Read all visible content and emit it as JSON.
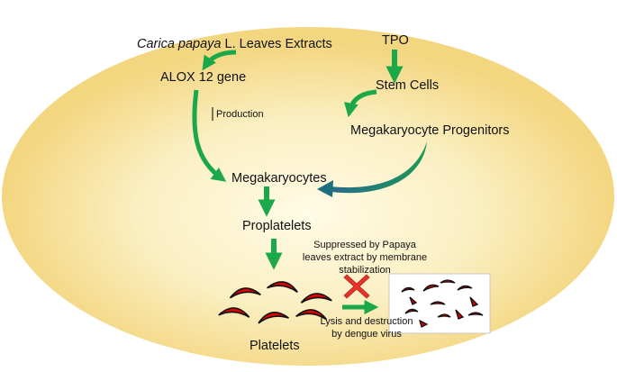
{
  "nodes": {
    "extract_italic": "Carica papaya",
    "extract_rest": "L. Leaves Extracts",
    "alox": "ALOX 12 gene",
    "tpo": "TPO",
    "stem": "Stem Cells",
    "progenitors": "Megakaryocyte Progenitors",
    "megakaryocytes": "Megakaryocytes",
    "proplatelets": "Proplatelets",
    "platelets": "Platelets"
  },
  "notes": {
    "production": "Production",
    "suppressed": "Suppressed by Papaya leaves extract by membrane stabilization",
    "lysis": "Lysis and destruction by dengue virus"
  },
  "colors": {
    "arrow": "#1aa84a",
    "arrow_curve": "#1d7a6a",
    "platelet": "#e00000",
    "cross": "#e8332a",
    "background_glow": "#f5dc8a"
  },
  "icons": {
    "intact_platelets": "crescent-platelet-icons",
    "fragmented_platelets": "fragmented-platelet-icons",
    "blocked": "red-cross-icon"
  }
}
